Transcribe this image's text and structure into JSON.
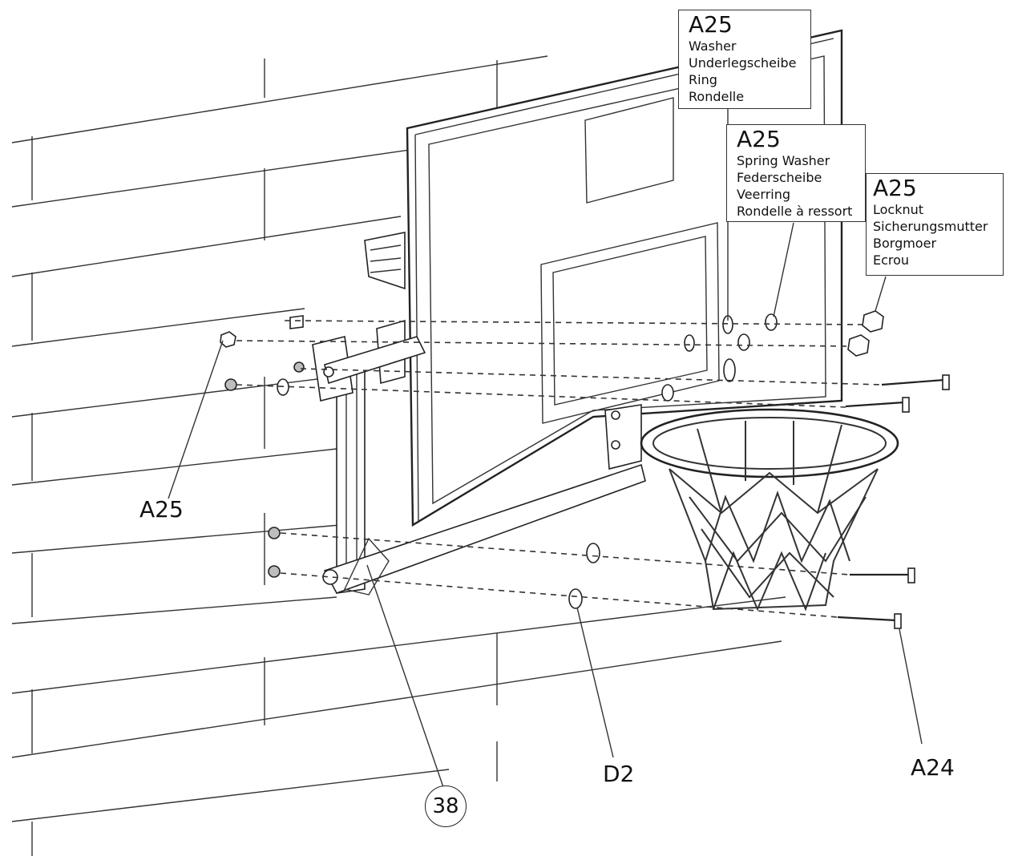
{
  "callouts": {
    "washer": {
      "code": "A25",
      "lines": [
        "Washer",
        "Underlegscheibe",
        "Ring",
        "Rondelle"
      ]
    },
    "spring_washer": {
      "code": "A25",
      "lines": [
        "Spring Washer",
        "Federscheibe",
        "Veerring",
        "Rondelle à ressort"
      ]
    },
    "locknut": {
      "code": "A25",
      "lines": [
        "Locknut",
        "Sicherungsmutter",
        "Borgmoer",
        "Ecrou"
      ]
    }
  },
  "labels": {
    "left_a25": "A25",
    "d2": "D2",
    "a24": "A24",
    "part_38": "38"
  }
}
